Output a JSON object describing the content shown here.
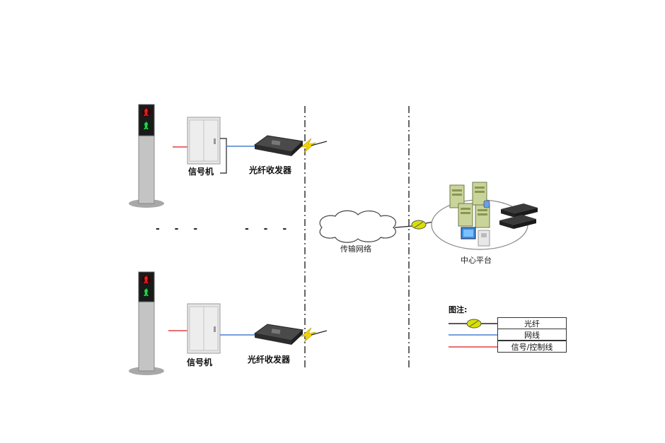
{
  "labels": {
    "signal_machine_top": "信号机",
    "fiber_transceiver_top": "光纤收发器",
    "signal_machine_bottom": "信号机",
    "fiber_transceiver_bottom": "光纤收发器",
    "transport_network": "传输网络",
    "center_platform": "中心平台"
  },
  "legend": {
    "title": "图注:",
    "items": [
      {
        "label": "光纤",
        "color": "#222222"
      },
      {
        "label": "网线",
        "color": "#4a7fd4"
      },
      {
        "label": "信号/控制线",
        "color": "#e04040"
      }
    ]
  },
  "ellipsis": {
    "left": "- - -",
    "right": "- - -"
  },
  "colors": {
    "red_line": "#e04040",
    "blue_line": "#4a7fd4",
    "fiber_line": "#222222",
    "fiber_connector": "#d8e000",
    "lightning": "#f2d300",
    "pole": "#bfbfbf",
    "cabinet": "#e6e6e6",
    "server": "#c8d49a"
  }
}
